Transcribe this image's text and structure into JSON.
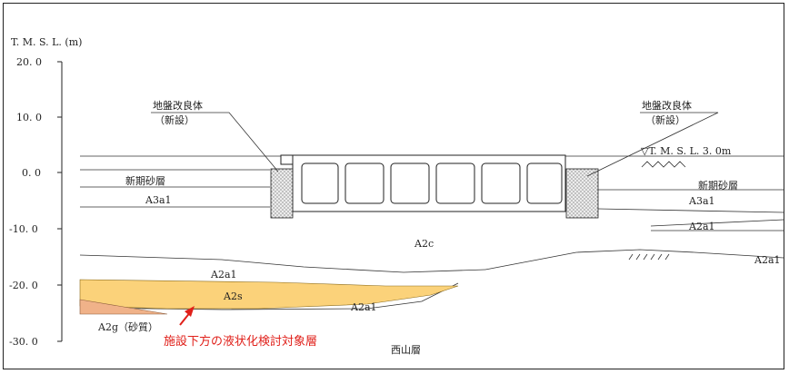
{
  "axis": {
    "title": "T. M. S. L.  (m)",
    "ticks": [
      "20. 0",
      "10. 0",
      "0. 0",
      "-10. 0",
      "-20. 0",
      "-30. 0"
    ]
  },
  "labels": {
    "ground_improvement_left": "地盤改良体",
    "new_left": "（新設）",
    "ground_improvement_right": "地盤改良体",
    "new_right": "（新設）",
    "water_level": "▽T. M. S. L. 3. 0m",
    "new_sand_left": "新期砂層",
    "new_sand_right": "新期砂層",
    "a3al_left": "A3a1",
    "a3al_right": "A3a1",
    "a2al_right_upper": "A2a1",
    "a2al_right_far": "A2a1",
    "a2c": "A2c",
    "a2al_left": "A2a1",
    "a2s": "A2s",
    "a2al_bottom": "A2a1",
    "a2g": "A2g（砂質）",
    "nishiyama": "西山層"
  },
  "annotation": {
    "text": "施設下方の液状化検討対象層"
  },
  "colors": {
    "a2s_fill": "#fbd27a",
    "a2g_fill": "#f0b289",
    "improvement_fill": "#d8d8d8",
    "annotation_red": "#e0201a"
  }
}
